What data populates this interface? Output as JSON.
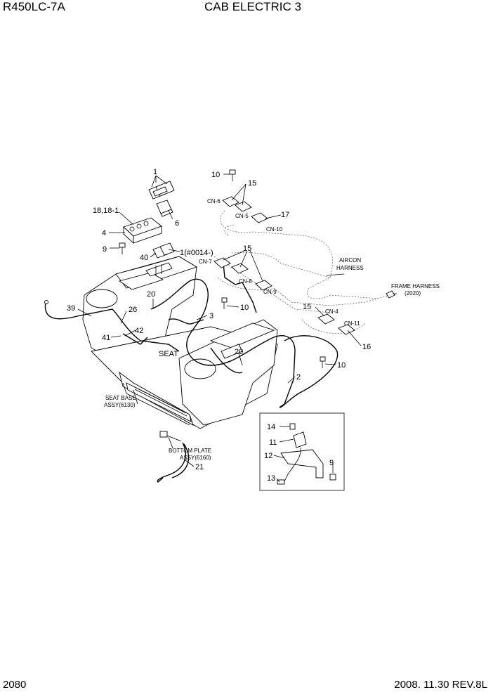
{
  "header": {
    "model": "R450LC-7A",
    "title": "CAB ELECTRIC 3"
  },
  "footer": {
    "page_number": "2080",
    "revision": "2008. 11.30  REV.8L"
  },
  "callouts": [
    "1",
    "18,18-1",
    "6",
    "4",
    "9",
    "40",
    "1(#0014-)",
    "20",
    "26",
    "39",
    "42",
    "41",
    "3",
    "20",
    "2",
    "10",
    "15",
    "17",
    "15",
    "10",
    "15",
    "16",
    "10",
    "14",
    "11",
    "12",
    "13",
    "9",
    "21"
  ],
  "connectors": [
    "CN-6",
    "CN-5",
    "CN-10",
    "CN-7",
    "CN-8",
    "CN-9",
    "CN-4",
    "CN-11"
  ],
  "notes": {
    "aircon_1": "AIRCON",
    "aircon_2": "HARNESS",
    "frame_1": "FRAME HARNESS",
    "frame_2": "(2020)",
    "seat": "SEAT",
    "seatbase_1": "SEAT BASE",
    "seatbase_2": "ASSY(6130)",
    "bottom_1": "BOTTOM PLATE",
    "bottom_2": "ASSY(6160)"
  }
}
